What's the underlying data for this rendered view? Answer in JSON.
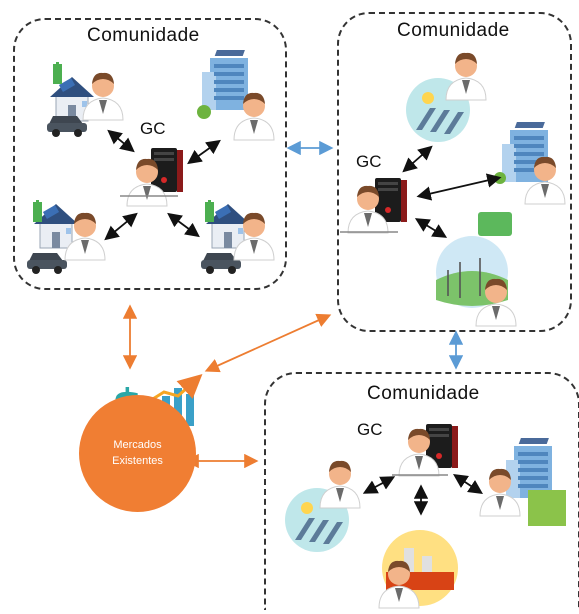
{
  "communities": [
    {
      "title": "Comunidade",
      "gc_label": "GC"
    },
    {
      "title": "Comunidade",
      "gc_label": "GC"
    },
    {
      "title": "Comunidade",
      "gc_label": "GC"
    }
  ],
  "market": {
    "line1": "Mercados",
    "line2": "Existentes"
  },
  "colors": {
    "community_link": "#5b9bd5",
    "market_link": "#ed7d31",
    "market_fill": "#f07e33",
    "internal_link": "#111111"
  }
}
